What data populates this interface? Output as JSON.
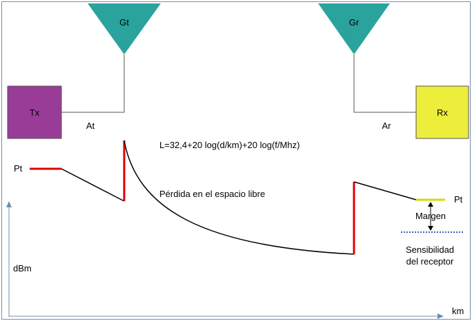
{
  "transmitter": {
    "box_label": "Tx",
    "antenna_label": "Gt",
    "line_label": "At"
  },
  "receiver": {
    "box_label": "Rx",
    "antenna_label": "Gr",
    "line_label": "Ar"
  },
  "formula": "L=32,4+20 log(d/km)+20 log(f/Mhz)",
  "free_space_loss_label": "Pérdida en el espacio libre",
  "tx_power_label": "Pt",
  "rx_power_label": "Pt",
  "margin_label": "Margen",
  "sensitivity_label_line1": "Sensibilidad",
  "sensitivity_label_line2": "del receptor",
  "y_axis_label": "dBm",
  "x_axis_label": "km",
  "colors": {
    "tx_box": "#993c98",
    "rx_box": "#eded3c",
    "antenna": "#2aa39c",
    "red_segment": "#e00000",
    "rx_level": "#d8d800",
    "sensitivity": "#3060c0",
    "axis": "#6f8fb3"
  }
}
